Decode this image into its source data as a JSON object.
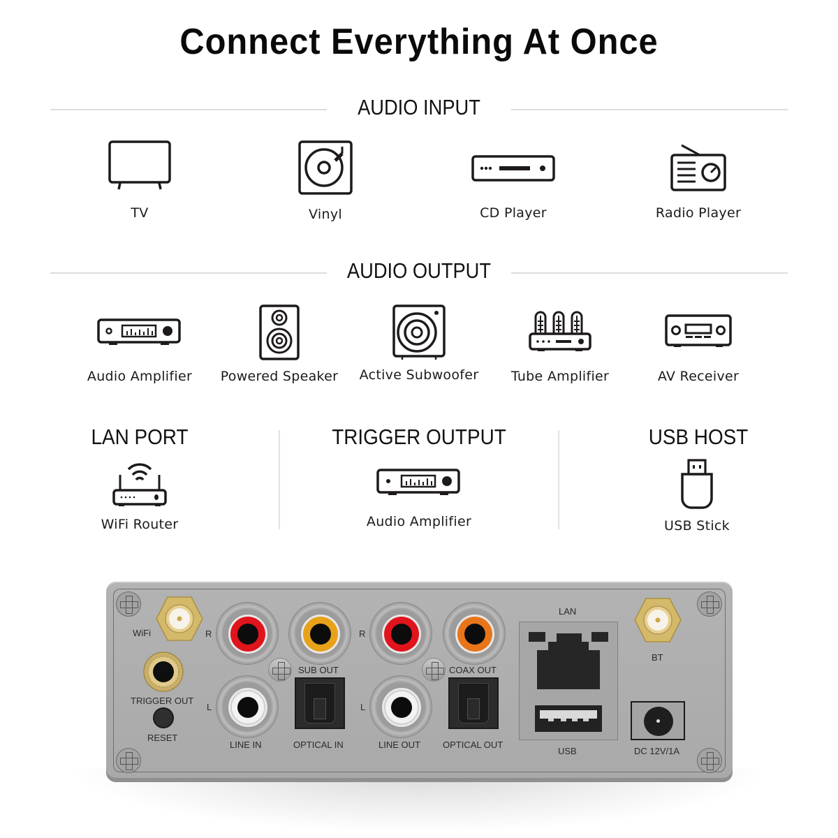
{
  "title": "Connect Everything At Once",
  "audio_input": {
    "heading": "AUDIO INPUT",
    "items": [
      {
        "label": "TV",
        "icon": "tv-icon"
      },
      {
        "label": "Vinyl",
        "icon": "turntable-icon"
      },
      {
        "label": "CD Player",
        "icon": "cd-player-icon"
      },
      {
        "label": "Radio Player",
        "icon": "radio-icon"
      }
    ]
  },
  "audio_output": {
    "heading": "AUDIO OUTPUT",
    "items": [
      {
        "label": "Audio Amplifier",
        "icon": "amplifier-icon"
      },
      {
        "label": "Powered Speaker",
        "icon": "speaker-icon"
      },
      {
        "label": "Active Subwoofer",
        "icon": "subwoofer-icon"
      },
      {
        "label": "Tube Amplifier",
        "icon": "tube-amplifier-icon"
      },
      {
        "label": "AV Receiver",
        "icon": "av-receiver-icon"
      }
    ]
  },
  "extras": [
    {
      "heading": "LAN PORT",
      "label": "WiFi Router",
      "icon": "wifi-router-icon"
    },
    {
      "heading": "TRIGGER OUTPUT",
      "label": "Audio Amplifier",
      "icon": "amplifier-icon"
    },
    {
      "heading": "USB HOST",
      "label": "USB Stick",
      "icon": "usb-stick-icon"
    }
  ],
  "panel": {
    "labels": {
      "wifi": "WiFi",
      "trigger_out": "TRIGGER OUT",
      "reset": "RESET",
      "r1": "R",
      "l1": "L",
      "line_in": "LINE IN",
      "sub_out": "SUB OUT",
      "optical_in": "OPTICAL IN",
      "r2": "R",
      "l2": "L",
      "line_out": "LINE OUT",
      "coax_out": "COAX OUT",
      "optical_out": "OPTICAL OUT",
      "lan": "LAN",
      "usb": "USB",
      "bt": "BT",
      "dc": "DC 12V/1A"
    },
    "colors": {
      "body": "#ababab",
      "rca_red": "#e0141c",
      "rca_yellow": "#e8a21a",
      "rca_orange": "#e8751a",
      "rca_white": "#f2f2f2",
      "gold": "#d9bf74"
    }
  }
}
